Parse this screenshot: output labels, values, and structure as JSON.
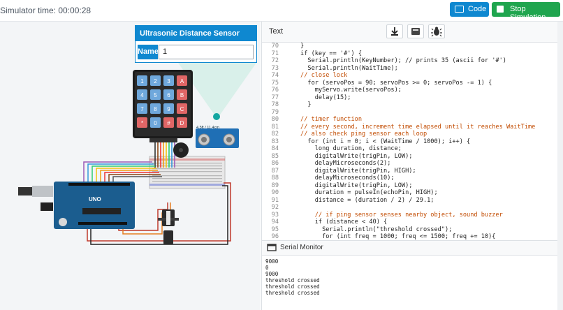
{
  "topbar": {
    "simulator_time": "Simulator time: 00:00:28",
    "code_label": "Code",
    "stop_label": "Stop Simulation"
  },
  "sensor_panel": {
    "title": "Ultrasonic Distance Sensor",
    "name_label": "Name",
    "name_value": "1",
    "range_label": "4.5ft / 11.4cm"
  },
  "keypad": {
    "keys": [
      "1",
      "2",
      "3",
      "A",
      "4",
      "5",
      "6",
      "B",
      "7",
      "8",
      "9",
      "C",
      "*",
      "0",
      "#",
      "D"
    ]
  },
  "arduino": {
    "brand": "UNO"
  },
  "editor": {
    "mode": "Text",
    "tool_icons": [
      "download-icon",
      "library-icon",
      "debug-bug-icon"
    ],
    "lines": [
      {
        "n": "70",
        "t": "    }"
      },
      {
        "n": "71",
        "t": "    if (key == '#') {"
      },
      {
        "n": "72",
        "t": "      Serial.println(KeyNumber); // prints 35 (ascii for '#')"
      },
      {
        "n": "73",
        "t": "      Serial.println(WaitTime);"
      },
      {
        "n": "74",
        "t": "    // close lock"
      },
      {
        "n": "75",
        "t": "      for (servoPos = 90; servoPos >= 0; servoPos -= 1) {"
      },
      {
        "n": "76",
        "t": "        myServo.write(servoPos);"
      },
      {
        "n": "77",
        "t": "        delay(15);"
      },
      {
        "n": "78",
        "t": "      }"
      },
      {
        "n": "79",
        "t": ""
      },
      {
        "n": "80",
        "t": "    // timer function"
      },
      {
        "n": "81",
        "t": "    // every second, increment time elapsed until it reaches WaitTime"
      },
      {
        "n": "82",
        "t": "    // also check ping sensor each loop"
      },
      {
        "n": "83",
        "t": "      for (int i = 0; i < (WaitTime / 1000); i++) {"
      },
      {
        "n": "84",
        "t": "        long duration, distance;"
      },
      {
        "n": "85",
        "t": "        digitalWrite(trigPin, LOW);"
      },
      {
        "n": "86",
        "t": "        delayMicroseconds(2);"
      },
      {
        "n": "87",
        "t": "        digitalWrite(trigPin, HIGH);"
      },
      {
        "n": "88",
        "t": "        delayMicroseconds(10);"
      },
      {
        "n": "89",
        "t": "        digitalWrite(trigPin, LOW);"
      },
      {
        "n": "90",
        "t": "        duration = pulseIn(echoPin, HIGH);"
      },
      {
        "n": "91",
        "t": "        distance = (duration / 2) / 29.1;"
      },
      {
        "n": "92",
        "t": ""
      },
      {
        "n": "93",
        "t": "        // if ping sensor senses nearby object, sound buzzer"
      },
      {
        "n": "94",
        "t": "        if (distance < 40) {"
      },
      {
        "n": "95",
        "t": "          Serial.println(\"threshold crossed\");"
      },
      {
        "n": "96",
        "t": "          for (int freq = 1000; freq <= 1500; freq += 10){"
      }
    ]
  },
  "serial_monitor": {
    "title": "Serial Monitor",
    "lines": [
      "9000",
      "0",
      "9000",
      "threshold crossed",
      "threshold crossed",
      "threshold crossed"
    ]
  },
  "colors": {
    "accent": "#0f88d0",
    "stop_green": "#1fa54e",
    "arduino_blue": "#1b5d8f"
  }
}
